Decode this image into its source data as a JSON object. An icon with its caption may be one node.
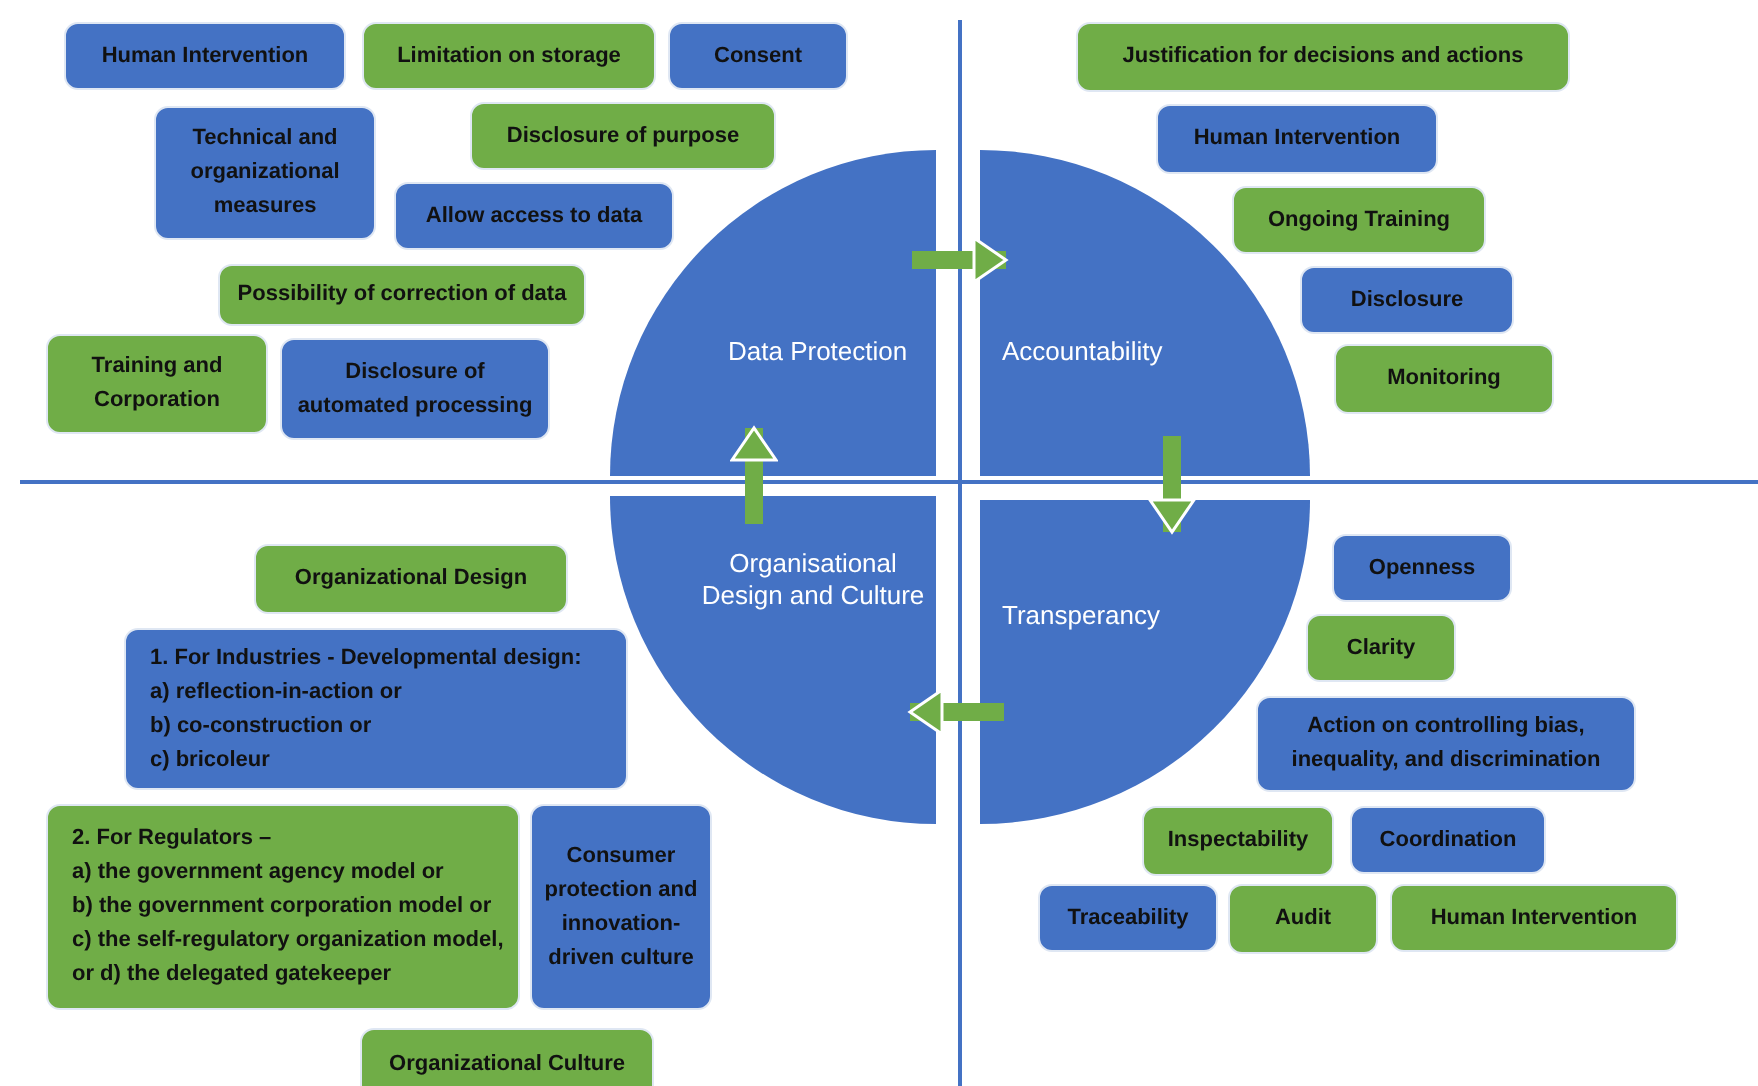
{
  "diagram": {
    "nodes": [
      {
        "text": [
          "Data Protection"
        ]
      },
      {
        "text": [
          "Accountability"
        ]
      },
      {
        "text": [
          "Organisational Design and Culture"
        ]
      },
      {
        "text": [
          "Transperancy"
        ]
      },
      {
        "text": [
          "Human Intervention"
        ]
      },
      {
        "text": [
          "Limitation on storage"
        ]
      },
      {
        "text": [
          "Consent"
        ]
      },
      {
        "text": [
          "Technical and organizational measures"
        ]
      },
      {
        "text": [
          "Disclosure of purpose"
        ]
      },
      {
        "text": [
          "Allow access to data"
        ]
      },
      {
        "text": [
          "Possibility of correction of data"
        ]
      },
      {
        "text": [
          "Training and Corporation"
        ]
      },
      {
        "text": [
          "Disclosure of automated processing"
        ]
      },
      {
        "text": [
          "Justification for decisions and actions"
        ]
      },
      {
        "text": [
          "Human Intervention"
        ]
      },
      {
        "text": [
          "Ongoing Training"
        ]
      },
      {
        "text": [
          "Disclosure"
        ]
      },
      {
        "text": [
          "Monitoring"
        ]
      },
      {
        "text": [
          "Organizational Design"
        ]
      },
      {
        "text": [
          "1. For Industries - Developmental design:",
          "a) reflection-in-action or",
          "b) co-construction or",
          "c) bricoleur"
        ]
      },
      {
        "text": [
          "2. For Regulators –",
          "a) the government agency model or",
          "b) the government corporation model or",
          "c) the self-regulatory organization model, or d) the delegated gatekeeper"
        ]
      },
      {
        "text": [
          "Consumer protection and innovation-driven culture"
        ]
      },
      {
        "text": [
          "Organizational Culture"
        ]
      },
      {
        "text": [
          "Openness"
        ]
      },
      {
        "text": [
          "Clarity"
        ]
      },
      {
        "text": [
          "Action on controlling bias, inequality, and discrimination"
        ]
      },
      {
        "text": [
          "Inspectability"
        ]
      },
      {
        "text": [
          "Coordination"
        ]
      },
      {
        "text": [
          "Traceability"
        ]
      },
      {
        "text": [
          "Audit"
        ]
      },
      {
        "text": [
          "Human Intervention"
        ]
      }
    ],
    "edges": [
      {
        "from": 0,
        "to": 1,
        "arrow": "to"
      },
      {
        "from": 1,
        "to": 3,
        "arrow": "to"
      },
      {
        "from": 3,
        "to": 2,
        "arrow": "to"
      },
      {
        "from": 2,
        "to": 0,
        "arrow": "to"
      }
    ]
  }
}
